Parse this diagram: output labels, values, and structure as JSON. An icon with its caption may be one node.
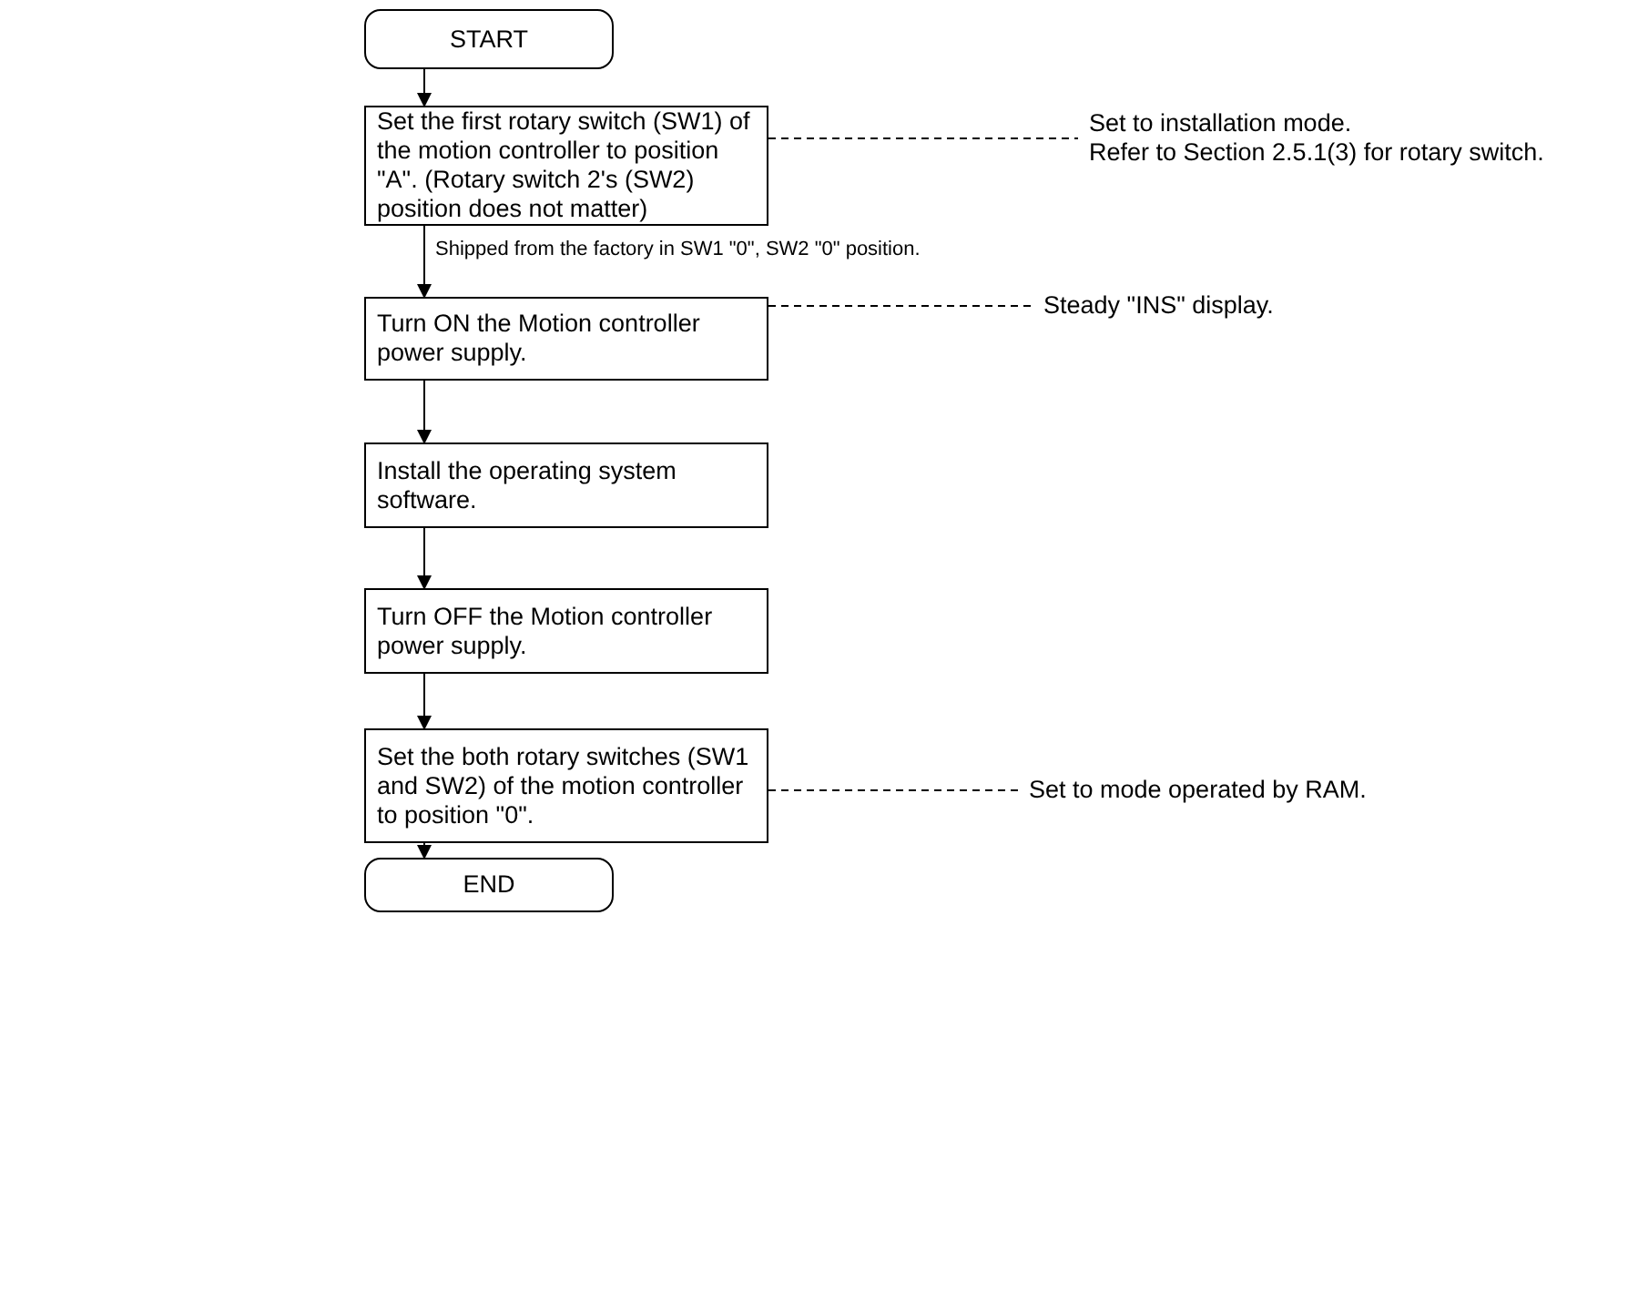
{
  "diagram": {
    "nodes": [
      {
        "text": [
          "START"
        ]
      },
      {
        "text": [
          "Set the first rotary switch (SW1) of the motion controller to position \"A\". (Rotary switch 2's (SW2) position does not matter)"
        ]
      },
      {
        "text": [
          "Turn ON the Motion controller power supply."
        ]
      },
      {
        "text": [
          "Install the operating system software."
        ]
      },
      {
        "text": [
          "Turn OFF the Motion controller power supply."
        ]
      },
      {
        "text": [
          "Set the both rotary switches (SW1 and SW2) of the motion controller to position \"0\"."
        ]
      },
      {
        "text": [
          "END"
        ]
      },
      {
        "text": [
          "Set to installation mode.",
          "Refer to Section 2.5.1(3) for rotary switch."
        ]
      },
      {
        "text": [
          "Steady \"INS\" display."
        ]
      },
      {
        "text": [
          "Set to mode operated by RAM."
        ]
      }
    ],
    "edges": [
      {
        "from": 0,
        "to": 1,
        "arrow": "to"
      },
      {
        "from": 1,
        "to": 2,
        "arrow": "to",
        "label": "Shipped from the factory in SW1 \"0\", SW2 \"0\" position."
      },
      {
        "from": 2,
        "to": 3,
        "arrow": "to"
      },
      {
        "from": 3,
        "to": 4,
        "arrow": "to"
      },
      {
        "from": 4,
        "to": 5,
        "arrow": "to"
      },
      {
        "from": 5,
        "to": 6,
        "arrow": "to"
      },
      {
        "from": 1,
        "to": 7,
        "arrow": "none",
        "style": "dashed"
      },
      {
        "from": 2,
        "to": 8,
        "arrow": "none",
        "style": "dashed"
      },
      {
        "from": 5,
        "to": 9,
        "arrow": "none",
        "style": "dashed"
      }
    ]
  }
}
